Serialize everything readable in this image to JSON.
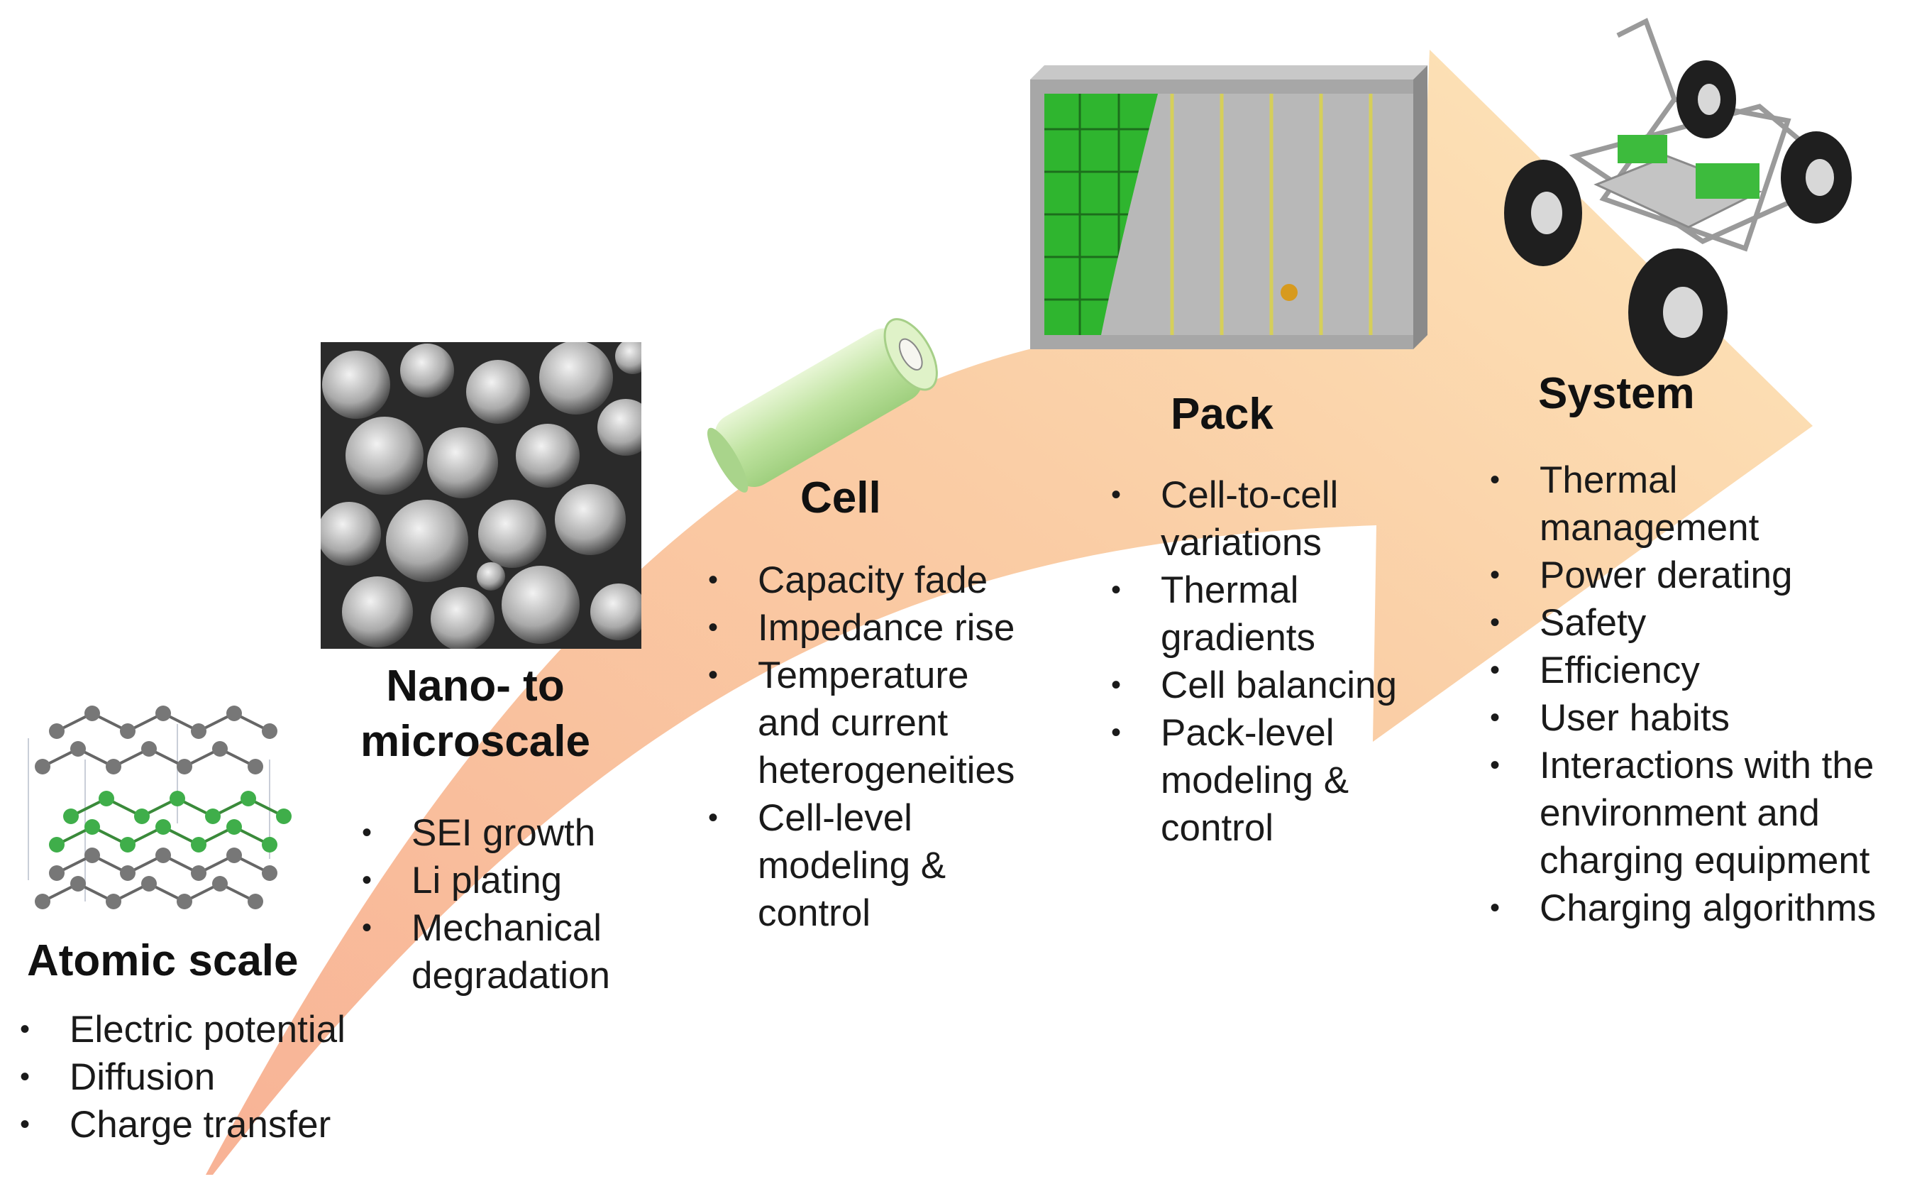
{
  "stages": [
    {
      "id": "atomic",
      "title": "Atomic scale",
      "icon": "graphite-lattice-icon",
      "items": [
        "Electric potential",
        "Diffusion",
        "Charge transfer"
      ]
    },
    {
      "id": "nano",
      "title_lines": [
        "Nano- to",
        "microscale"
      ],
      "icon": "particle-micrograph-image",
      "items": [
        "SEI growth",
        "Li plating",
        "Mechanical",
        "degradation"
      ]
    },
    {
      "id": "cell",
      "title": "Cell",
      "icon": "cylindrical-cell-image",
      "items": [
        "Capacity fade",
        "Impedance rise",
        "Temperature",
        "and current",
        "heterogeneities",
        "Cell-level",
        "modeling &",
        "control"
      ]
    },
    {
      "id": "pack",
      "title": "Pack",
      "icon": "battery-pack-image",
      "items": [
        "Cell-to-cell",
        "variations",
        "Thermal",
        "gradients",
        "Cell balancing",
        "Pack-level",
        "modeling &",
        "control"
      ]
    },
    {
      "id": "system",
      "title": "System",
      "icon": "electric-race-car-image",
      "items": [
        "Thermal",
        "management",
        "Power derating",
        "Safety",
        "Efficiency",
        "User habits",
        "Interactions with the",
        "environment and",
        "charging equipment",
        "Charging algorithms"
      ]
    }
  ],
  "colors": {
    "arrow_start": "#f7a583",
    "arrow_end": "#fbd9a0",
    "cell_green": "#bfe3a0",
    "pack_grey": "#9a9a9a",
    "pack_green": "#2fb52f"
  }
}
